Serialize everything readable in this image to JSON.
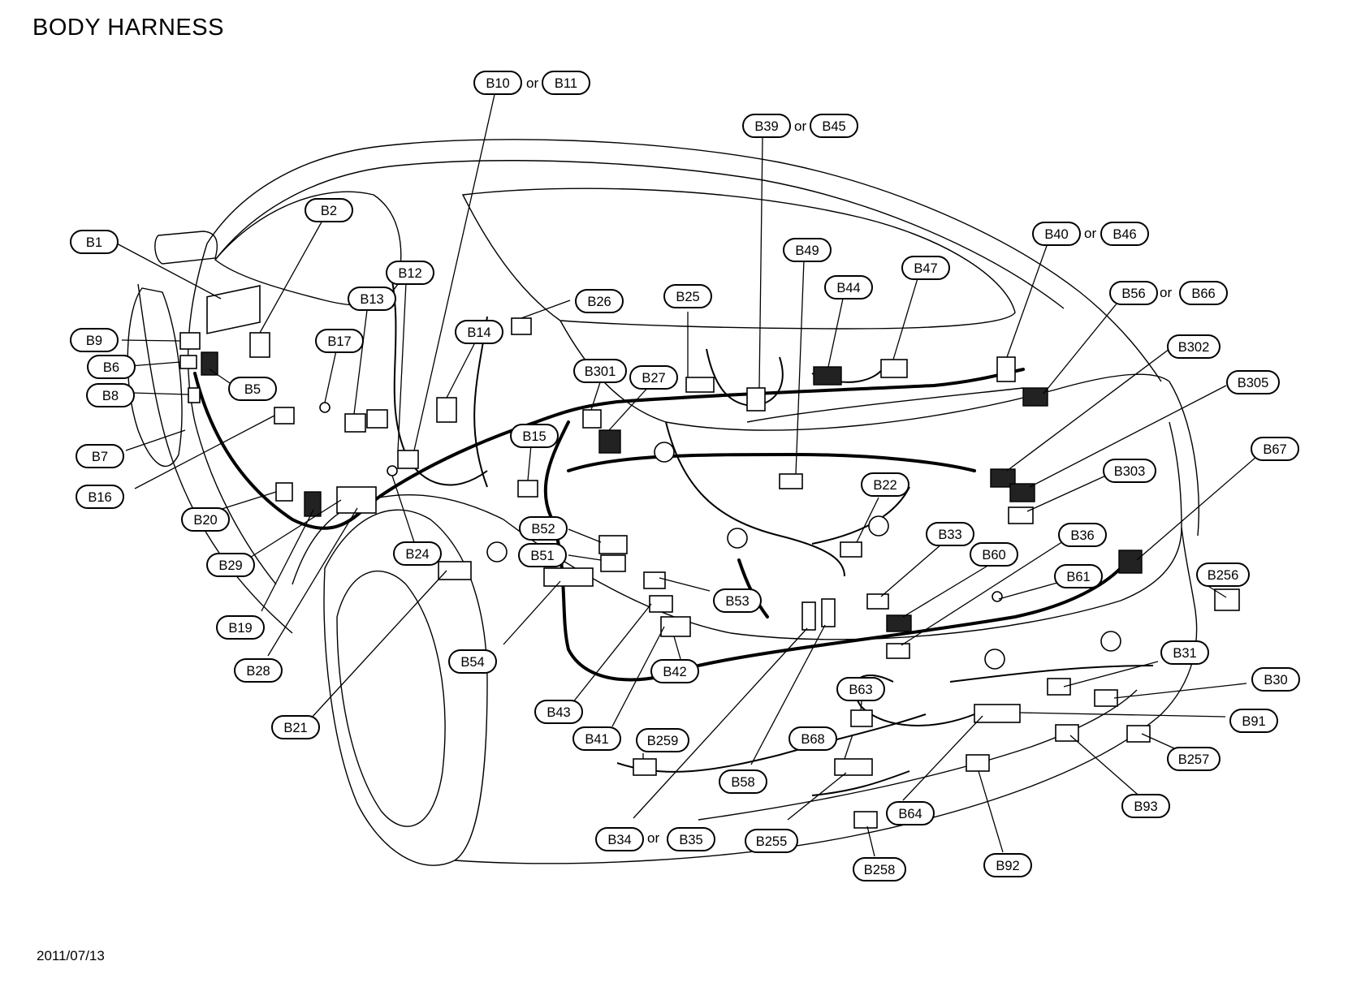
{
  "title": "BODY HARNESS",
  "date": "2011/07/13",
  "or_text": "or",
  "labels": [
    {
      "id": "b1",
      "text": "B1"
    },
    {
      "id": "b2",
      "text": "B2"
    },
    {
      "id": "b5",
      "text": "B5"
    },
    {
      "id": "b6",
      "text": "B6"
    },
    {
      "id": "b7",
      "text": "B7"
    },
    {
      "id": "b8",
      "text": "B8"
    },
    {
      "id": "b9",
      "text": "B9"
    },
    {
      "id": "b10",
      "text": "B10"
    },
    {
      "id": "b11",
      "text": "B11"
    },
    {
      "id": "b12",
      "text": "B12"
    },
    {
      "id": "b13",
      "text": "B13"
    },
    {
      "id": "b14",
      "text": "B14"
    },
    {
      "id": "b15",
      "text": "B15"
    },
    {
      "id": "b16",
      "text": "B16"
    },
    {
      "id": "b17",
      "text": "B17"
    },
    {
      "id": "b19",
      "text": "B19"
    },
    {
      "id": "b20",
      "text": "B20"
    },
    {
      "id": "b21",
      "text": "B21"
    },
    {
      "id": "b22",
      "text": "B22"
    },
    {
      "id": "b24",
      "text": "B24"
    },
    {
      "id": "b25",
      "text": "B25"
    },
    {
      "id": "b26",
      "text": "B26"
    },
    {
      "id": "b27",
      "text": "B27"
    },
    {
      "id": "b28",
      "text": "B28"
    },
    {
      "id": "b29",
      "text": "B29"
    },
    {
      "id": "b30",
      "text": "B30"
    },
    {
      "id": "b31",
      "text": "B31"
    },
    {
      "id": "b33",
      "text": "B33"
    },
    {
      "id": "b34",
      "text": "B34"
    },
    {
      "id": "b35",
      "text": "B35"
    },
    {
      "id": "b36",
      "text": "B36"
    },
    {
      "id": "b39",
      "text": "B39"
    },
    {
      "id": "b40",
      "text": "B40"
    },
    {
      "id": "b41",
      "text": "B41"
    },
    {
      "id": "b42",
      "text": "B42"
    },
    {
      "id": "b43",
      "text": "B43"
    },
    {
      "id": "b44",
      "text": "B44"
    },
    {
      "id": "b45",
      "text": "B45"
    },
    {
      "id": "b46",
      "text": "B46"
    },
    {
      "id": "b47",
      "text": "B47"
    },
    {
      "id": "b49",
      "text": "B49"
    },
    {
      "id": "b51",
      "text": "B51"
    },
    {
      "id": "b52",
      "text": "B52"
    },
    {
      "id": "b53",
      "text": "B53"
    },
    {
      "id": "b54",
      "text": "B54"
    },
    {
      "id": "b56",
      "text": "B56"
    },
    {
      "id": "b58",
      "text": "B58"
    },
    {
      "id": "b60",
      "text": "B60"
    },
    {
      "id": "b61",
      "text": "B61"
    },
    {
      "id": "b63",
      "text": "B63"
    },
    {
      "id": "b64",
      "text": "B64"
    },
    {
      "id": "b66",
      "text": "B66"
    },
    {
      "id": "b67",
      "text": "B67"
    },
    {
      "id": "b68",
      "text": "B68"
    },
    {
      "id": "b91",
      "text": "B91"
    },
    {
      "id": "b92",
      "text": "B92"
    },
    {
      "id": "b93",
      "text": "B93"
    },
    {
      "id": "b255",
      "text": "B255"
    },
    {
      "id": "b256",
      "text": "B256"
    },
    {
      "id": "b257",
      "text": "B257"
    },
    {
      "id": "b258",
      "text": "B258"
    },
    {
      "id": "b259",
      "text": "B259"
    },
    {
      "id": "b301",
      "text": "B301"
    },
    {
      "id": "b302",
      "text": "B302"
    },
    {
      "id": "b303",
      "text": "B303"
    },
    {
      "id": "b305",
      "text": "B305"
    }
  ]
}
